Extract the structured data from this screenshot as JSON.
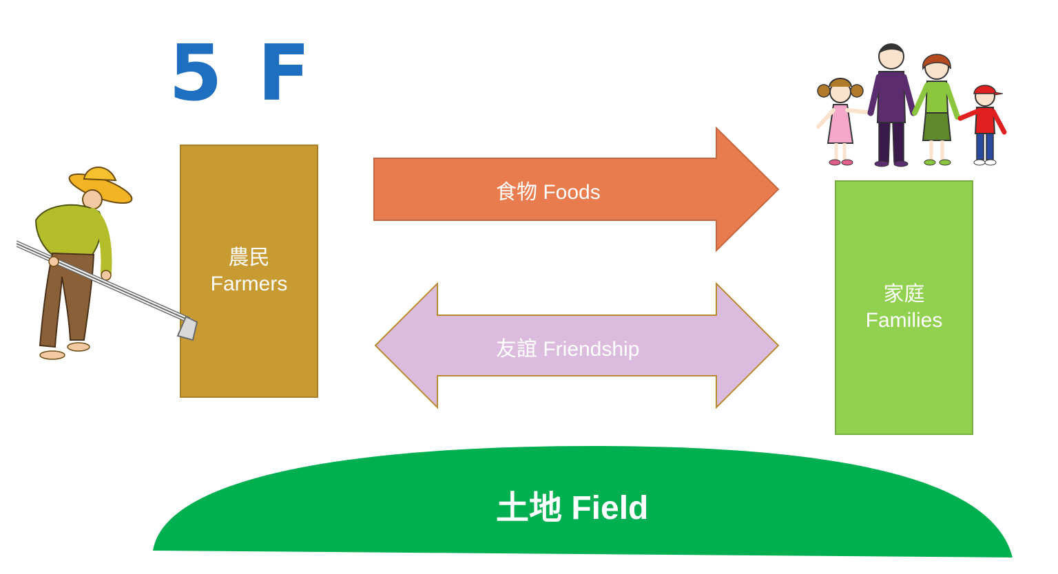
{
  "title": "5 F",
  "colors": {
    "title": "#1e6fc0",
    "farmers_box": "#c79a32",
    "families_box": "#92d050",
    "foods_arrow": "#e97c4e",
    "friendship_arrow": "#dbbcde",
    "field": "#00b050"
  },
  "farmers": {
    "label_zh": "農民",
    "label_en": "Farmers"
  },
  "families": {
    "label_zh": "家庭",
    "label_en": "Families"
  },
  "foods_arrow": {
    "label": "食物 Foods"
  },
  "friendship_arrow": {
    "label": "友誼 Friendship"
  },
  "field": {
    "label": "土地 Field"
  },
  "illustrations": {
    "farmer": "farmer-with-hoe-icon",
    "family": "family-holding-hands-icon"
  }
}
